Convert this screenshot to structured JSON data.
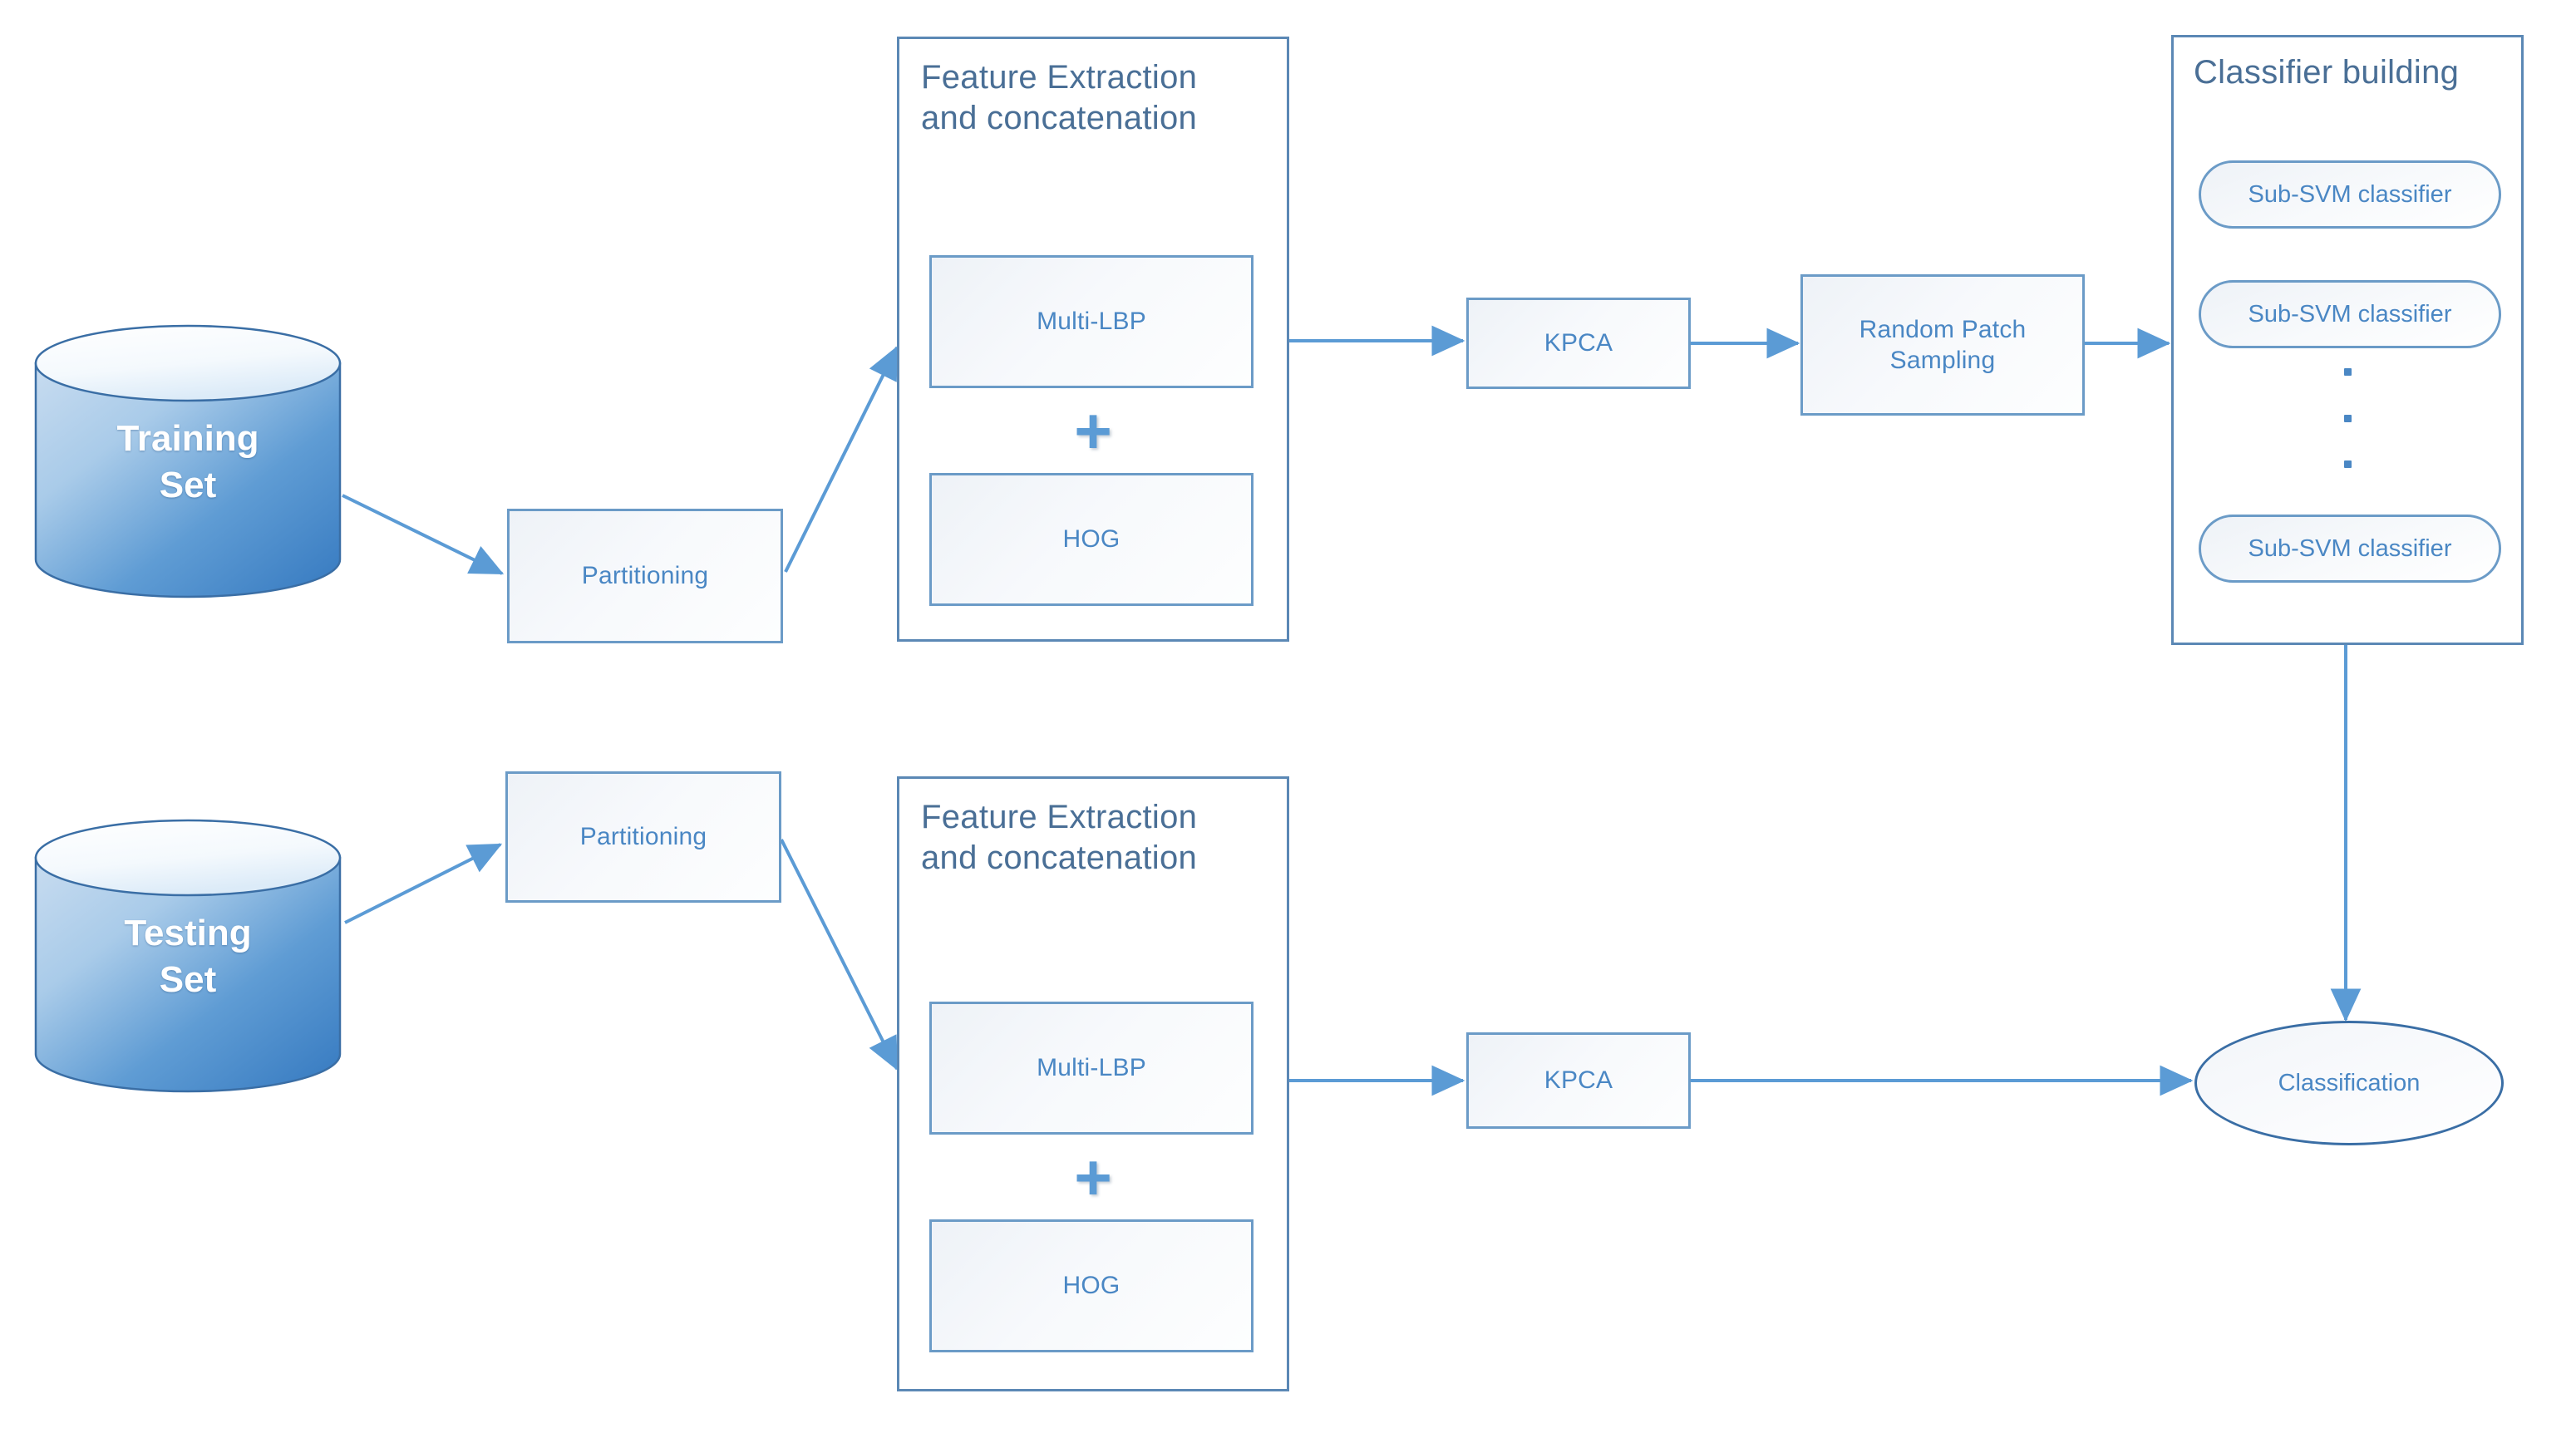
{
  "diagram": {
    "title": "Classification pipeline flowchart",
    "colors": {
      "node_border": "#6b9bc7",
      "container_border": "#5b88b5",
      "text_blue": "#4a87c4",
      "title_blue": "#4a6f96",
      "arrow": "#5b9bd5",
      "cylinder_blue": "#3e86c8",
      "cylinder_light": "#ffffff",
      "ellipse_border": "#3a6ea5"
    }
  },
  "training_branch": {
    "datastore": {
      "label": "Training\nSet",
      "icon": "database-cylinder-icon"
    },
    "partitioning": {
      "label": "Partitioning"
    },
    "feature_extraction": {
      "title": "Feature Extraction\nand concatenation",
      "blocks": [
        {
          "label": "Multi-LBP"
        },
        {
          "label": "HOG"
        }
      ],
      "operator": "+"
    },
    "kpca": {
      "label": "KPCA"
    },
    "random_patch_sampling": {
      "label": "Random Patch\nSampling"
    },
    "classifier_building": {
      "title": "Classifier building",
      "classifiers": [
        {
          "label": "Sub-SVM classifier"
        },
        {
          "label": "Sub-SVM classifier"
        },
        {
          "label": "Sub-SVM classifier"
        }
      ],
      "ellipsis": "vertical-dots"
    }
  },
  "testing_branch": {
    "datastore": {
      "label": "Testing\nSet",
      "icon": "database-cylinder-icon"
    },
    "partitioning": {
      "label": "Partitioning"
    },
    "feature_extraction": {
      "title": "Feature Extraction\nand concatenation",
      "blocks": [
        {
          "label": "Multi-LBP"
        },
        {
          "label": "HOG"
        }
      ],
      "operator": "+"
    },
    "kpca": {
      "label": "KPCA"
    }
  },
  "output": {
    "classification": {
      "label": "Classification"
    }
  }
}
